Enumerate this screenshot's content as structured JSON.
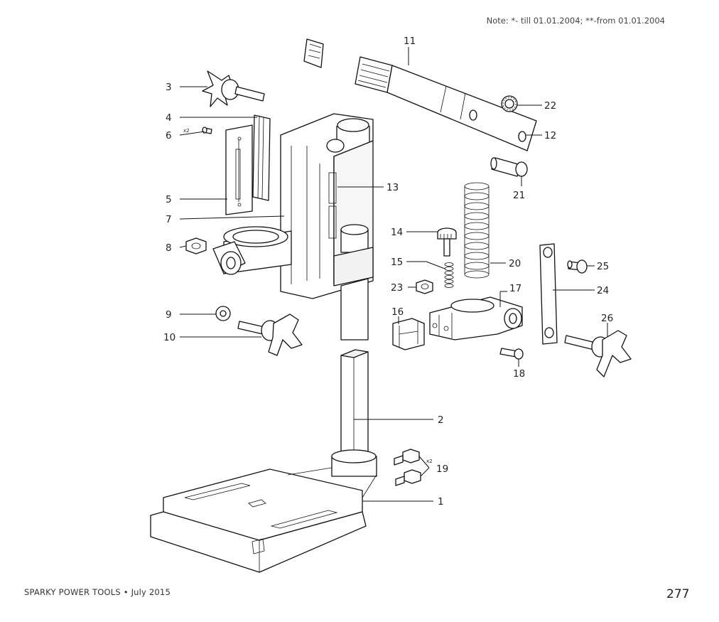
{
  "note": "Note: *- till 01.01.2004; **-from 01.01.2004",
  "footer": {
    "brand": "SPARKY POWER TOOLS • July 2015",
    "page": "277"
  },
  "callouts": [
    {
      "id": "c11",
      "text": "11"
    },
    {
      "id": "c22",
      "text": "22"
    },
    {
      "id": "c12",
      "text": "12"
    },
    {
      "id": "c3",
      "text": "3"
    },
    {
      "id": "c4",
      "text": "4"
    },
    {
      "id": "c6",
      "text": "6"
    },
    {
      "id": "c5",
      "text": "5"
    },
    {
      "id": "c7",
      "text": "7"
    },
    {
      "id": "c8",
      "text": "8"
    },
    {
      "id": "c13",
      "text": "13"
    },
    {
      "id": "c14",
      "text": "14"
    },
    {
      "id": "c15",
      "text": "15"
    },
    {
      "id": "c23",
      "text": "23"
    },
    {
      "id": "c16",
      "text": "16"
    },
    {
      "id": "c17",
      "text": "17"
    },
    {
      "id": "c20",
      "text": "20"
    },
    {
      "id": "c21",
      "text": "21"
    },
    {
      "id": "c25",
      "text": "25"
    },
    {
      "id": "c24",
      "text": "24"
    },
    {
      "id": "c26",
      "text": "26"
    },
    {
      "id": "c9",
      "text": "9"
    },
    {
      "id": "c10",
      "text": "10"
    },
    {
      "id": "c18",
      "text": "18"
    },
    {
      "id": "c2",
      "text": "2"
    },
    {
      "id": "c19",
      "text": "19"
    },
    {
      "id": "c1",
      "text": "1"
    }
  ],
  "quantity_marks": {
    "q6": "x2",
    "q19": "x2"
  }
}
